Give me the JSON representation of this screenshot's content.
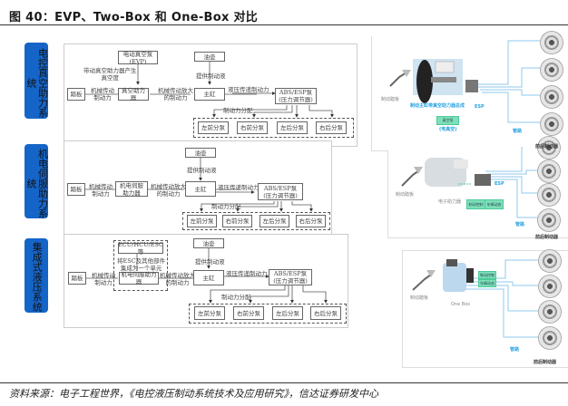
{
  "figure": {
    "title": "图 40：EVP、Two-Box 和 One-Box 对比",
    "source": "资料来源：电子工程世界，《电控液压制动系统技术及应用研究》，信达证券研发中心"
  },
  "colors": {
    "tab_blue": "#1565c8",
    "pipe_blue": "#29a3e0",
    "module_green": "#7ee0b8"
  },
  "rows": [
    {
      "tab": "电控真空助力系统",
      "diagram": {
        "power_source": "电动真空泵\n(EVP)",
        "power_source_label": "带动真空助力器产生\n真空度",
        "reservoir": "油壶",
        "reservoir_label": "提供制动液",
        "pedal": "踏板",
        "pedal_label": "机械传动\n制动力",
        "booster": "真空助力器",
        "booster_label": "机械传动放大\n的制动力",
        "master_cyl": "主缸",
        "master_label": "液压传递制动力",
        "abs": "ABS/ESP泵\n(压力调节器)",
        "dist_label": "制动力分配",
        "wheels": [
          "左前分泵",
          "右前分泵",
          "左后分泵",
          "右后分泵"
        ]
      },
      "photo": {
        "pedal_caption": "制动踏板",
        "unit_caption": "制动主缸带真空助力器总成",
        "esp_caption": "ESP",
        "green_module": "真空泵",
        "green_sub": "(电真空)",
        "pipe_caption": "管路",
        "wheel_caption": "前后制动器"
      }
    },
    {
      "tab": "机电伺服助力系统",
      "diagram": {
        "reservoir": "油壶",
        "reservoir_label": "提供制动液",
        "pedal": "踏板",
        "pedal_label": "机械传动\n制动力",
        "booster": "机电伺服\n助力器",
        "booster_label": "机械传动放大\n的制动力",
        "master_cyl": "主缸",
        "master_label": "液压传递制动力",
        "abs": "ABS/ESP泵\n(压力调节器)",
        "dist_label": "制动力分配",
        "wheels": [
          "左前分泵",
          "右前分泵",
          "左后分泵",
          "右后分泵"
        ]
      },
      "photo": {
        "pedal_caption": "制动踏板",
        "unit_caption": "电子助力器",
        "esp_caption": "ESP",
        "green_modules": [
          "制动控制",
          "车辆动态"
        ],
        "pipe_caption": "管路",
        "wheel_caption": "前后制动器"
      }
    },
    {
      "tab": "集成式液压系统",
      "diagram": {
        "ecu": "ECU/HCU/ESC等",
        "ecu_label": "将ESC及其他部件\n集成为一个单元",
        "reservoir": "油壶",
        "reservoir_label": "提供制动液",
        "pedal": "踏板",
        "pedal_label": "机械传动\n制动力",
        "booster": "机电伺服助力器",
        "booster_label": "机械传动放大\n的制动力",
        "master_cyl": "主缸",
        "master_label": "液压传递制动力",
        "abs": "ABS/ESP泵\n(压力调节器)",
        "dist_label": "制动力分配",
        "wheels": [
          "左前分泵",
          "右前分泵",
          "左后分泵",
          "右后分泵"
        ]
      },
      "photo": {
        "pedal_caption": "制动踏板",
        "unit_caption": "One Box",
        "green_modules": [
          "制动控制",
          "车辆动态"
        ],
        "pipe_caption": "管路",
        "wheel_caption": "前后制动器"
      }
    }
  ]
}
